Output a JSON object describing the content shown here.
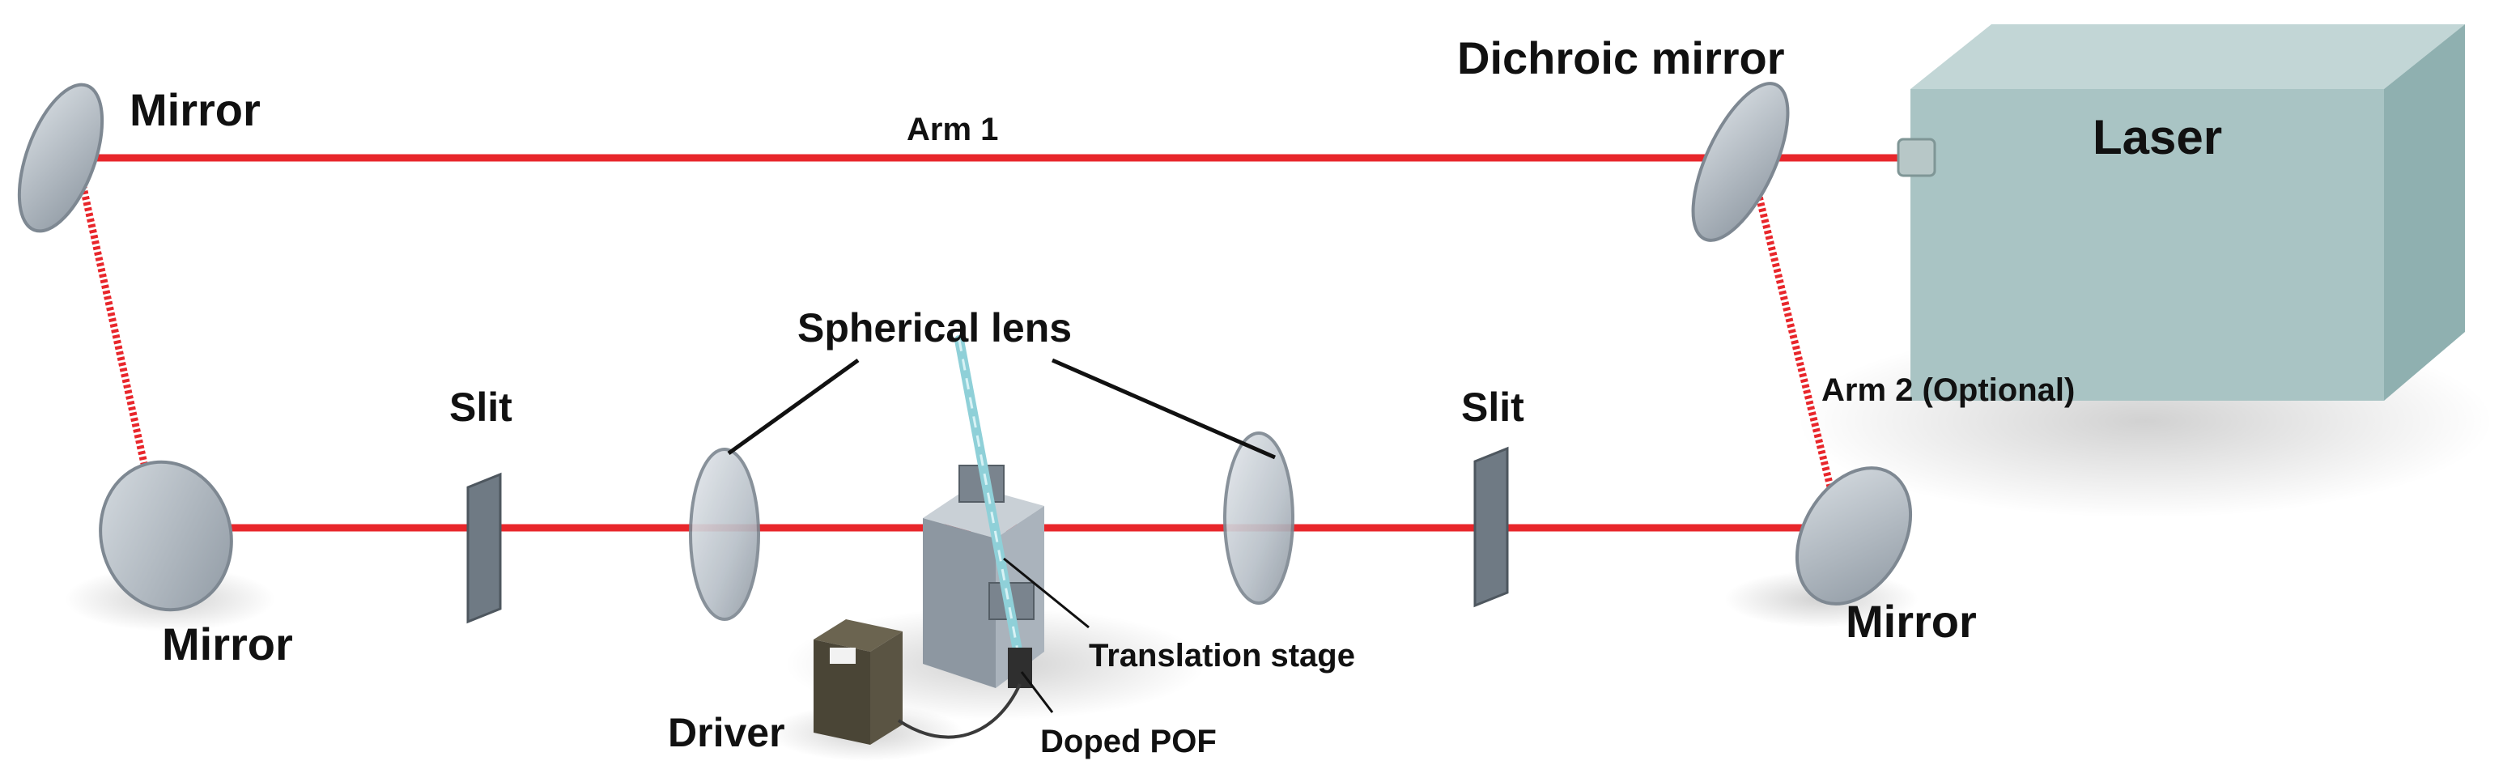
{
  "labels": {
    "mirror_top_left": "Mirror",
    "mirror_bottom_left": "Mirror",
    "mirror_bottom_right": "Mirror",
    "dichroic_mirror": "Dichroic mirror",
    "laser": "Laser",
    "arm1": "Arm 1",
    "arm2": "Arm 2 (Optional)",
    "slit_left": "Slit",
    "slit_right": "Slit",
    "spherical_lens": "Spherical lens",
    "translation_stage": "Translation stage",
    "doped_pof": "Doped POF",
    "driver": "Driver"
  },
  "colors": {
    "beam": "#e8262b",
    "laser_box": "#a9c4c4",
    "optics": "#b8bfc8",
    "slit": "#6f7a84",
    "driver_box": "#4a4536"
  }
}
